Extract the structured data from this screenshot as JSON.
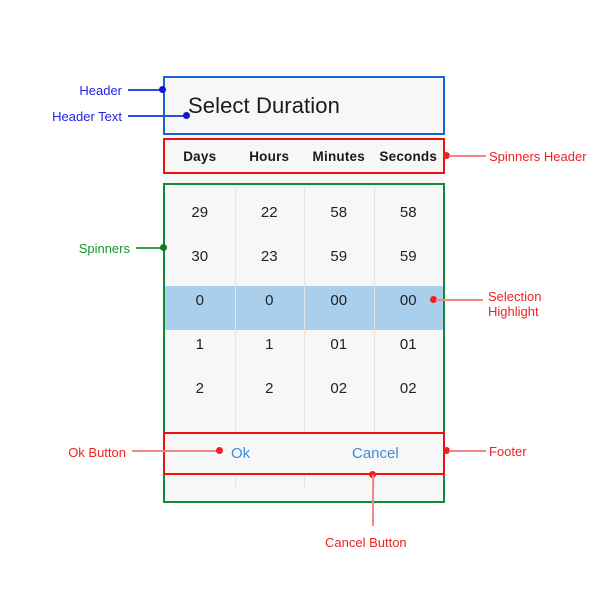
{
  "dialog": {
    "header": {
      "title": "Select Duration"
    },
    "spinners_header": {
      "columns": [
        "Days",
        "Hours",
        "Minutes",
        "Seconds"
      ]
    },
    "spinners": {
      "columns": [
        {
          "name": "Days",
          "values": [
            "29",
            "30",
            "0",
            "1",
            "2"
          ],
          "selected": "0"
        },
        {
          "name": "Hours",
          "values": [
            "22",
            "23",
            "0",
            "1",
            "2"
          ],
          "selected": "0"
        },
        {
          "name": "Minutes",
          "values": [
            "58",
            "59",
            "00",
            "01",
            "02"
          ],
          "selected": "00"
        },
        {
          "name": "Seconds",
          "values": [
            "58",
            "59",
            "00",
            "01",
            "02"
          ],
          "selected": "00"
        }
      ]
    },
    "footer": {
      "ok_label": "Ok",
      "cancel_label": "Cancel"
    }
  },
  "annotations": [
    {
      "id": "header",
      "label": "Header",
      "color": "#2222ee"
    },
    {
      "id": "header-text",
      "label": "Header Text",
      "color": "#2222ee"
    },
    {
      "id": "spinners",
      "label": "Spinners",
      "color": "#1a9431"
    },
    {
      "id": "ok-button",
      "label": "Ok Button",
      "color": "#ee2222"
    },
    {
      "id": "spinners-header",
      "label": "Spinners Header",
      "color": "#ee2222"
    },
    {
      "id": "selection-highlight",
      "label": "Selection",
      "label2": "Highlight",
      "color": "#ee2222"
    },
    {
      "id": "footer",
      "label": "Footer",
      "color": "#ee2222"
    },
    {
      "id": "cancel-button",
      "label": "Cancel Button",
      "color": "#ee2222"
    }
  ],
  "colors": {
    "header_outline": "#1565d8",
    "spinners_outline": "#118b39",
    "redline_outline": "#ee1111",
    "selection_highlight": "#a9cfec",
    "button_text": "#3f8ae0",
    "surface": "#f7f7f7"
  }
}
